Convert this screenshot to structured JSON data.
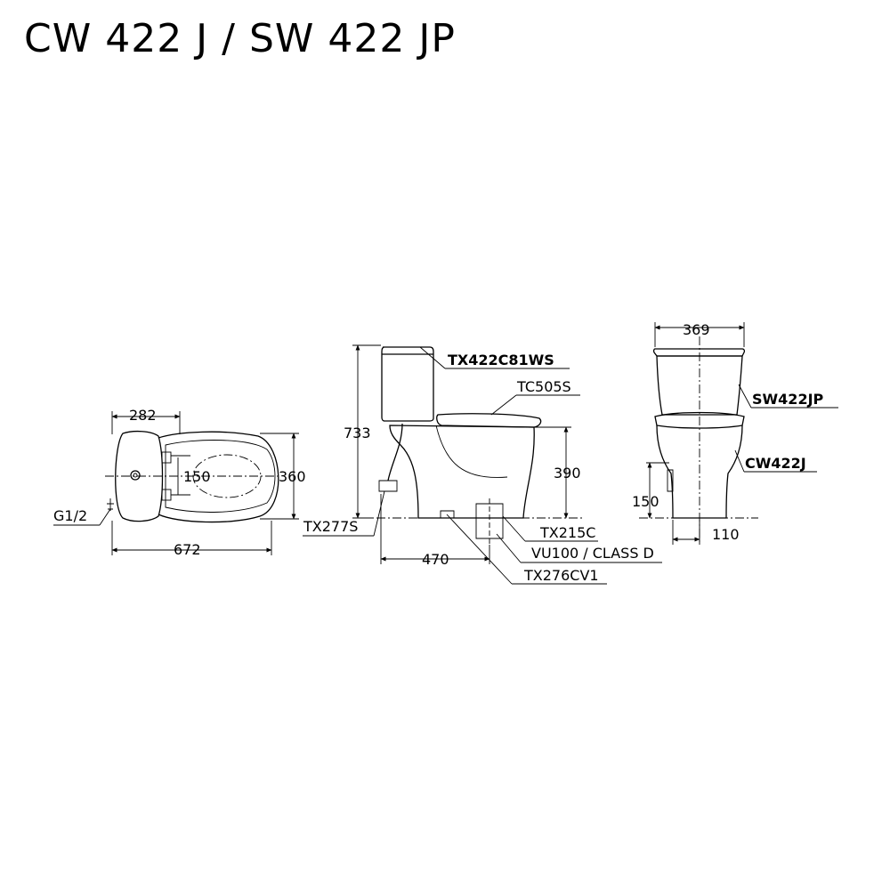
{
  "title": "CW 422 J / SW 422 JP",
  "dimensions": {
    "top_width_282": "282",
    "top_depth_360": "360",
    "top_150": "150",
    "top_length_672": "672",
    "side_height_733": "733",
    "side_seat_390": "390",
    "side_470": "470",
    "front_width_369": "369",
    "front_150": "150",
    "front_110": "110"
  },
  "labels": {
    "g12": "G1/2",
    "tx277s": "TX277S",
    "tx422c81ws": "TX422C81WS",
    "tc505s": "TC505S",
    "tx215c": "TX215C",
    "vu100": "VU100 / CLASS D",
    "tx276cv1": "TX276CV1",
    "sw422jp": "SW422JP",
    "cw422j": "CW422J"
  }
}
